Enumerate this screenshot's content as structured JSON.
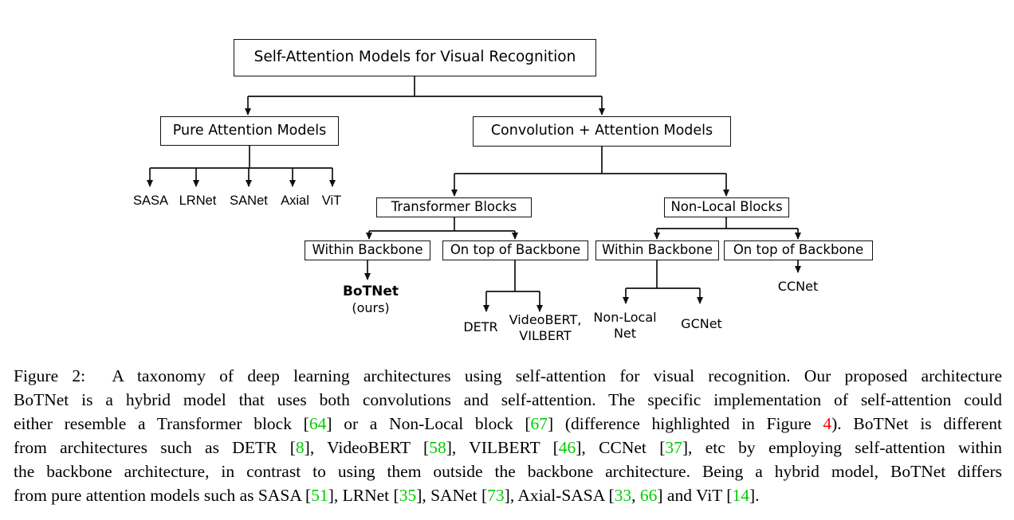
{
  "figure": {
    "nodes": {
      "root": "Self-Attention Models for Visual Recognition",
      "pure": "Pure Attention Models",
      "conv": "Convolution + Attention Models",
      "transformer": "Transformer Blocks",
      "nonlocal": "Non-Local Blocks",
      "wb_transformer": "Within Backbone",
      "otb_transformer": "On top of Backbone",
      "wb_nonlocal": "Within Backbone",
      "otb_nonlocal": "On top of Backbone",
      "sasa": "SASA",
      "lrnet": "LRNet",
      "sanet": "SANet",
      "axial": "Axial",
      "vit": "ViT",
      "botnet": "BoTNet",
      "botnet_sub": "(ours)",
      "detr": "DETR",
      "videobert_line1": "VideoBERT,",
      "videobert_line2": "VILBERT",
      "nonlocalnet_line1": "Non-Local",
      "nonlocalnet_line2": "Net",
      "gcnet": "GCNet",
      "ccnet": "CCNet"
    }
  },
  "caption": {
    "lines": [
      [
        {
          "t": "Figure 2:  A taxonomy of deep learning architectures using self-attention for visual recognition. Our proposed architecture"
        }
      ],
      [
        {
          "t": "BoTNet is a hybrid model that uses both convolutions and self-attention. The specific implementation of self-attention could"
        }
      ],
      [
        {
          "t": "either resemble a Transformer block ["
        },
        {
          "t": "64",
          "c": "g"
        },
        {
          "t": "] or a Non-Local block ["
        },
        {
          "t": "67",
          "c": "g"
        },
        {
          "t": "] (difference highlighted in Figure "
        },
        {
          "t": "4",
          "c": "r"
        },
        {
          "t": "). BoTNet is different"
        }
      ],
      [
        {
          "t": "from architectures such as DETR ["
        },
        {
          "t": "8",
          "c": "g"
        },
        {
          "t": "], VideoBERT ["
        },
        {
          "t": "58",
          "c": "g"
        },
        {
          "t": "], VILBERT ["
        },
        {
          "t": "46",
          "c": "g"
        },
        {
          "t": "], CCNet ["
        },
        {
          "t": "37",
          "c": "g"
        },
        {
          "t": "], etc by employing self-attention within"
        }
      ],
      [
        {
          "t": "the backbone architecture, in contrast to using them outside the backbone architecture. Being a hybrid model, BoTNet differs"
        }
      ],
      [
        {
          "t": "from pure attention models such as SASA ["
        },
        {
          "t": "51",
          "c": "g"
        },
        {
          "t": "], LRNet ["
        },
        {
          "t": "35",
          "c": "g"
        },
        {
          "t": "], SANet ["
        },
        {
          "t": "73",
          "c": "g"
        },
        {
          "t": "], Axial-SASA ["
        },
        {
          "t": "33",
          "c": "g"
        },
        {
          "t": ", "
        },
        {
          "t": "66",
          "c": "g"
        },
        {
          "t": "] and ViT ["
        },
        {
          "t": "14",
          "c": "g"
        },
        {
          "t": "]."
        }
      ]
    ]
  },
  "colors": {
    "citation_green": "#00cc00",
    "figure_ref_red": "#ff0000",
    "line_black": "#111111"
  }
}
